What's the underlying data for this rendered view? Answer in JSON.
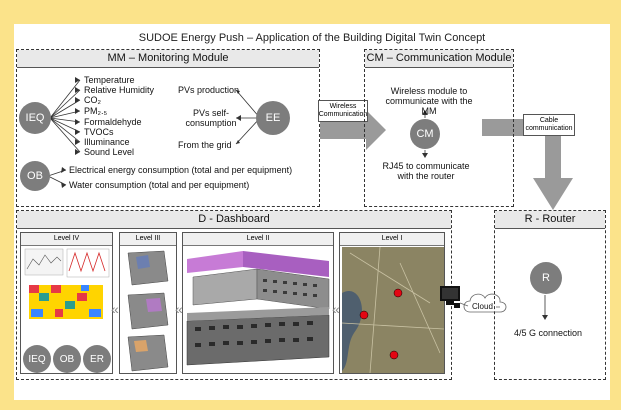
{
  "title": "SUDOE Energy Push – Application of the Building Digital Twin Concept",
  "mm": {
    "header": "MM – Monitoring Module",
    "ieq": "IEQ",
    "ieq_items": [
      "Temperature",
      "Relative Humidity",
      "CO₂",
      "PM₂.₅",
      "Formaldehyde",
      "TVOCs",
      "Illuminance",
      "Sound Level"
    ],
    "ee": "EE",
    "ee_items": [
      "PVs production",
      "PVs self-consumption",
      "From the grid"
    ],
    "ob": "OB",
    "ob_items": [
      "Electrical energy consumption (total and per equipment)",
      "Water consumption (total and per equipment)"
    ]
  },
  "wireless_label": "Wireless Communication",
  "cm": {
    "header": "CM – Communication Module",
    "wireless_text": "Wireless module to communicate with the MM",
    "circle": "CM",
    "rj45_text": "RJ45 to communicate with the router"
  },
  "cable_label": "Cable communication",
  "dashboard": {
    "header": "D - Dashboard",
    "levels": [
      "Level IV",
      "Level III",
      "Level II",
      "Level I"
    ],
    "circles": [
      "IEQ",
      "OB",
      "ER"
    ]
  },
  "cloud_label": "Cloud",
  "router": {
    "header": "R - Router",
    "circle": "R",
    "connection": "4/5 G connection"
  },
  "colors": {
    "background": "#fbe38a",
    "circle": "#7d7d7d",
    "arrow": "#9a9a9a",
    "header": "#e9e9e9"
  }
}
